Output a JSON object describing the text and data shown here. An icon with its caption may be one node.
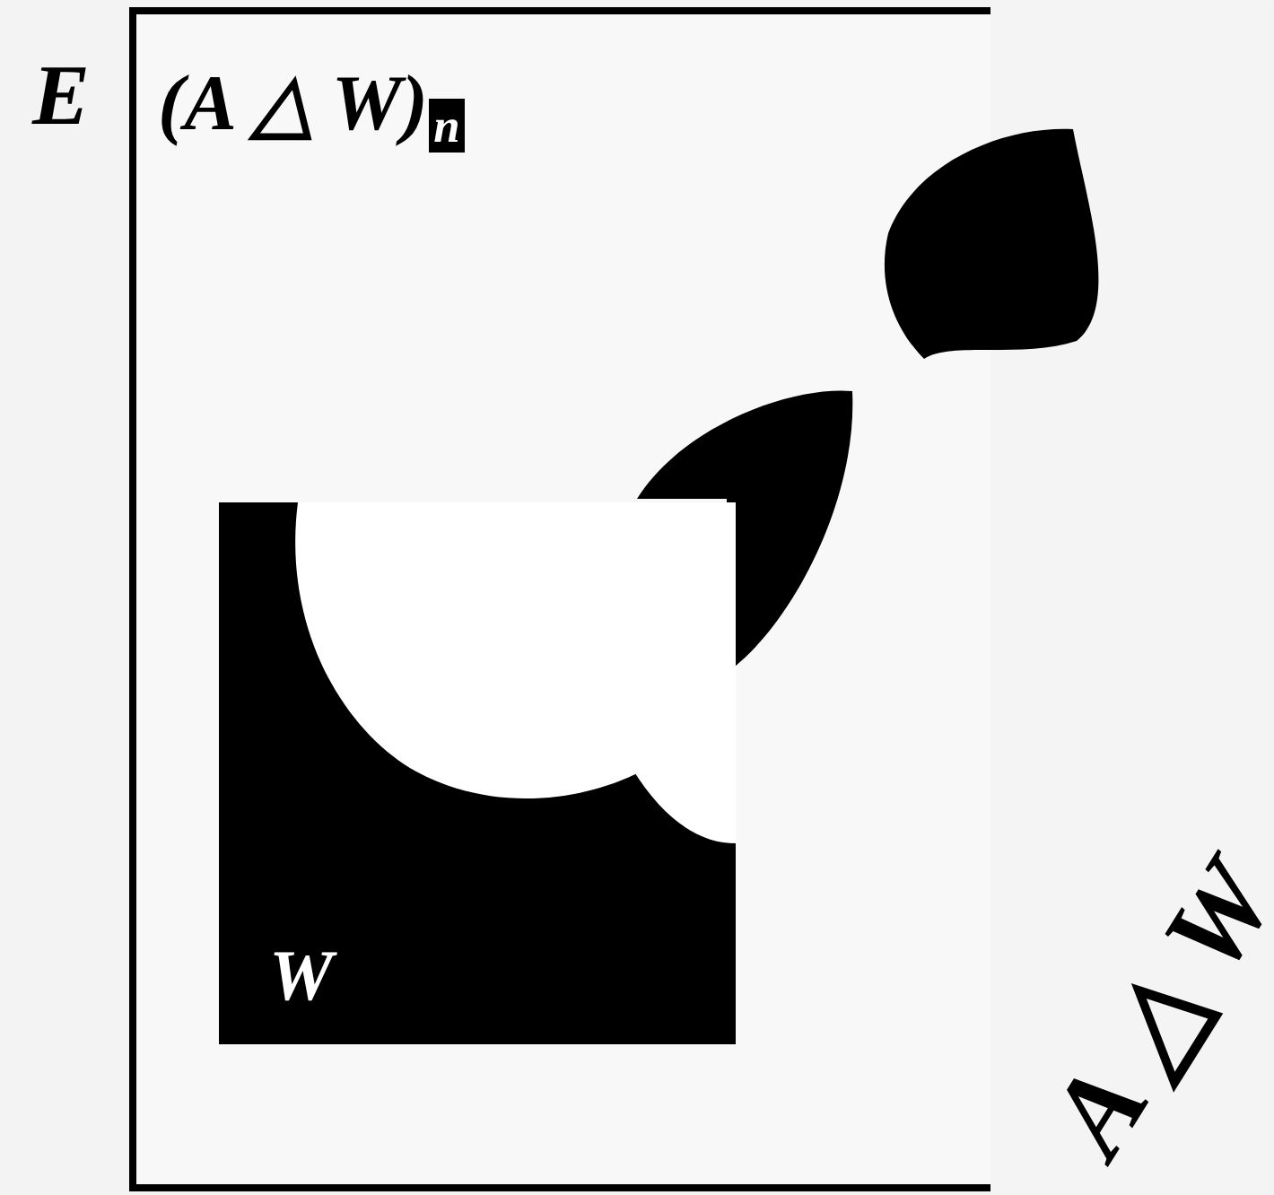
{
  "diagram": {
    "nodes": [
      {
        "text": [
          "E"
        ]
      },
      {
        "text": [
          "W"
        ],
        "in": 0
      }
    ],
    "labels": [
      "(A △ W)$_{n}$",
      "A △ W"
    ]
  }
}
